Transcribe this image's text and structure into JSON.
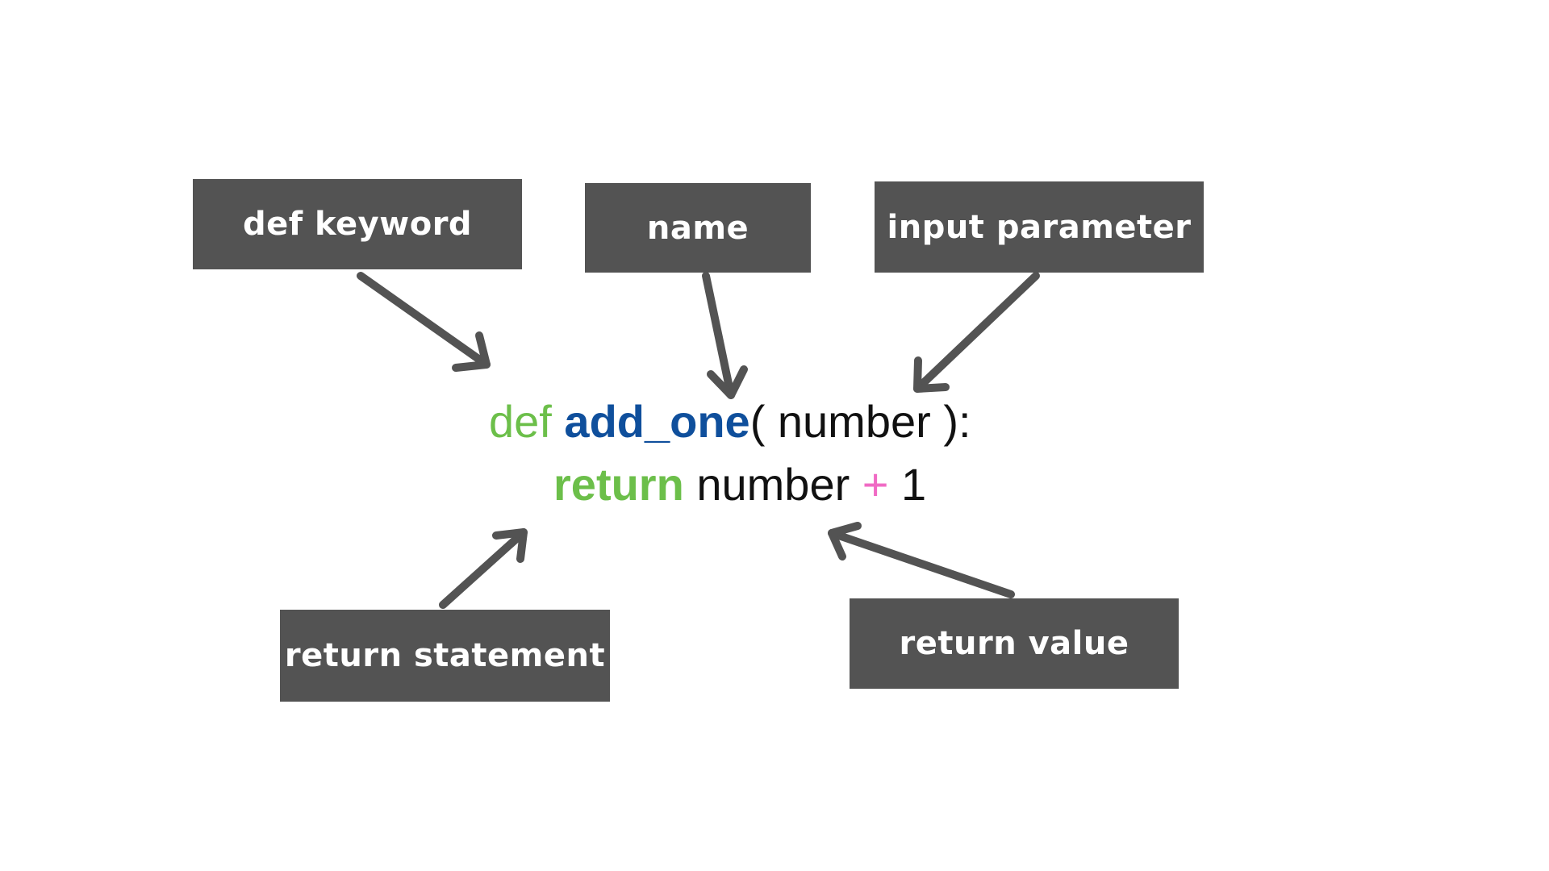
{
  "labels": {
    "def_keyword": "def keyword",
    "name": "name",
    "input_parameter": "input parameter",
    "return_statement": "return statement",
    "return_value": "return value"
  },
  "code": {
    "line1": {
      "def": "def",
      "space1": " ",
      "func_name": "add_one",
      "rest": "( number ):"
    },
    "line2": {
      "return": "return",
      "mid": " number ",
      "plus": "+",
      "end": " 1"
    }
  },
  "colors": {
    "box_background": "#535353",
    "box_text": "#ffffff",
    "keyword": "#6cbf4a",
    "function_name": "#0f4f9c",
    "operator": "#f06ac4",
    "code_text": "#111111",
    "arrow": "#535353"
  }
}
